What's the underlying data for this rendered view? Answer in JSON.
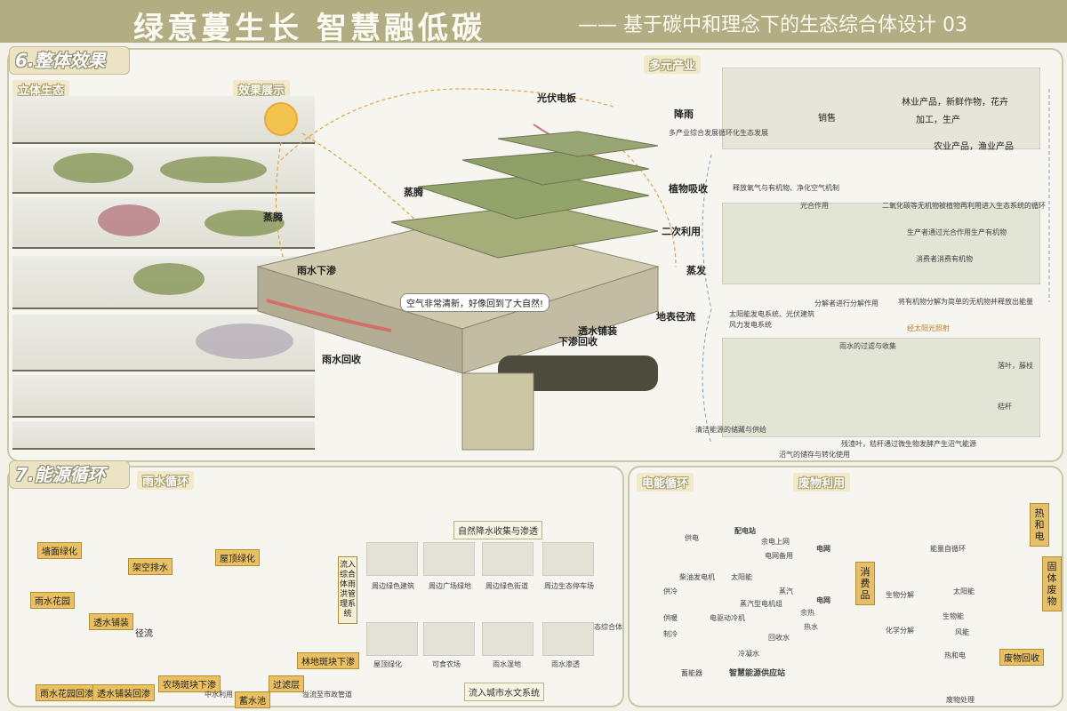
{
  "header": {
    "title": "绿意蔓生长   智慧融低碳",
    "subtitle": "—— 基于碳中和理念下的生态综合体设计 03"
  },
  "section6": {
    "title": "6.整体效果",
    "sub_vertical": "立体生态",
    "sub_effect": "效果展示",
    "sub_industry": "多元产业",
    "effect_labels": {
      "pv": "光伏电板",
      "rain": "降雨",
      "evap1": "蒸腾",
      "evap2": "蒸腾",
      "plant_absorb": "植物吸收",
      "second_use": "二次利用",
      "evaporate": "蒸发",
      "rain_seep": "雨水下渗",
      "speech": "空气非常清新，好像回到了大自然!",
      "runoff": "地表径流",
      "permeable": "透水铺装",
      "seep_back": "下渗回收",
      "rain_recover": "雨水回收"
    },
    "industry": {
      "products": "林业产品，新鲜作物，花卉",
      "process": "加工，生产",
      "sales": "销售",
      "farm": "农业产品，渔业产品",
      "left_note": "多产业综合发展循环化生态发展",
      "cycle_note": "二氧化碳等无机物被植物再利用进入生态系统的循环",
      "release": "释放氧气与有机物、净化空气机制",
      "photosyn": "光合作用",
      "producer": "生产者通过光合作用生产有机物",
      "consumer": "消费者消费有机物",
      "decomposer": "分解者进行分解作用",
      "decompose_note": "将有机物分解为简单的无机物并释放出能量",
      "solar_pv": "太阳能发电系统、光伏建筑",
      "wind": "风力发电系统",
      "sunlight": "经太阳光照射",
      "rain_filter": "雨水的过滤与收集",
      "leaves": "落叶，藤枝",
      "straw": "秸秆",
      "compost": "残渣叶，秸秆通过微生物发酵产生沼气能源",
      "clean_energy": "清洁能源的储藏与供给",
      "biogas": "沼气的储存与转化使用"
    }
  },
  "section7": {
    "title": "7.能源循环",
    "sub_rain": "雨水循环",
    "sub_power": "电能循环",
    "sub_waste": "废物利用",
    "rain_labels": {
      "roof_green": "屋顶绿化",
      "facade_green": "墙面绿化",
      "air_drain": "架空排水",
      "rain_garden": "雨水花园",
      "permeable": "透水铺装",
      "runoff": "径流",
      "rain_garden_back": "雨水花园回渗",
      "permeable_back": "透水铺装回渗",
      "farm_back": "农场斑块下渗",
      "woods_back": "林地斑块下渗",
      "reservoir": "蓄水池",
      "overflow": "过滤层",
      "mid_use": "中水利用",
      "municipal": "溢流至市政管道",
      "natural_collect": "自然降水收集与渗透",
      "into_complex": "流入综合体雨洪管理系统",
      "into_city": "流入城市水文系统",
      "complex": "生态综合体",
      "flow": {
        "f1": "周边绿色建筑",
        "f2": "周边广场绿地",
        "f3": "周边绿色街道",
        "f4": "周边生态停车场",
        "f5": "屋顶绿化",
        "f6": "可食农场",
        "f7": "雨水湿地",
        "f8": "雨水渗透"
      }
    },
    "power_labels": {
      "supply": "供电",
      "station": "配电站",
      "surplus": "余电上网",
      "grid_backup": "电网备用",
      "grid1": "电网",
      "grid2": "电网",
      "gas_gen": "柴油发电机",
      "solar": "太阳能",
      "steam_gen": "蒸汽型电机组",
      "steam": "蒸汽",
      "waste_heat": "余热",
      "hot_water": "热水",
      "cold": "供冷",
      "heat": "供暖",
      "cooling": "制冷",
      "elec_chiller": "电驱动冷机",
      "recycle_water": "回收水",
      "cool_water": "冷凝水",
      "storage": "蓄能器",
      "smart_station": "智慧能源供应站"
    },
    "waste_labels": {
      "heat_power": "热和电",
      "solid_waste": "固体废物",
      "consume": "消费品",
      "energy_cycle": "能量自循环",
      "waste_recycle": "废物回收",
      "waste_treat": "废物处理",
      "heat_power2": "热和电",
      "bio": "生物分解",
      "chem": "化学分解",
      "solar_e": "太阳能",
      "biomass": "生物能",
      "wind_e": "风能"
    }
  }
}
